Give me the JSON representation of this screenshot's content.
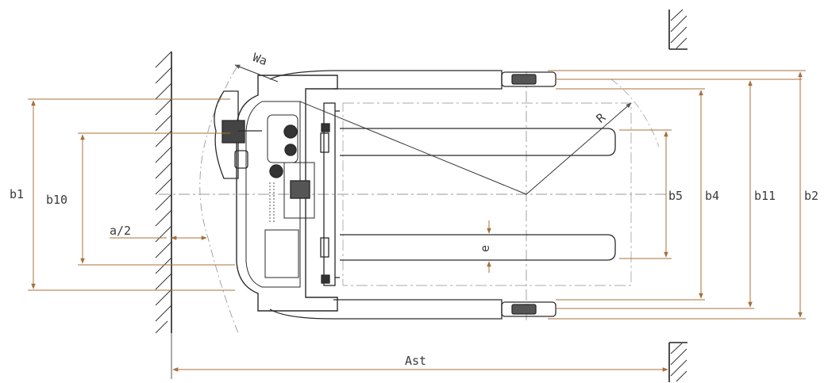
{
  "labels": {
    "b1": "b1",
    "b10": "b10",
    "a_half": "a/2",
    "wa": "Wa",
    "r": "R",
    "e": "e",
    "b5": "b5",
    "b4": "b4",
    "b11": "b11",
    "b2": "b2",
    "ast": "Ast"
  },
  "colors": {
    "dimension": "#a8703a",
    "outline": "#2a2a2a",
    "center_line": "#999999",
    "hatch": "#333333"
  }
}
